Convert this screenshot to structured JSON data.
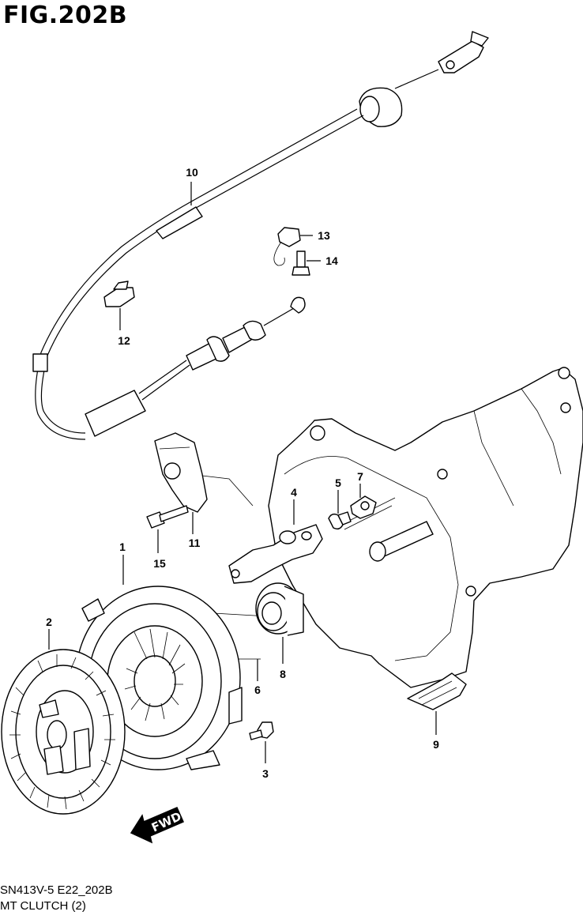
{
  "figure": {
    "title": "FIG.202B",
    "code": "SN413V-5 E22_202B",
    "description": "MT CLUTCH (2)"
  },
  "direction_arrow": {
    "label": "FWD",
    "icon": "fwd-arrow-icon"
  },
  "callouts": [
    {
      "number": "1"
    },
    {
      "number": "2"
    },
    {
      "number": "3"
    },
    {
      "number": "4"
    },
    {
      "number": "5"
    },
    {
      "number": "6"
    },
    {
      "number": "7"
    },
    {
      "number": "8"
    },
    {
      "number": "9"
    },
    {
      "number": "10"
    },
    {
      "number": "11"
    },
    {
      "number": "12"
    },
    {
      "number": "13"
    },
    {
      "number": "14"
    },
    {
      "number": "15"
    }
  ]
}
